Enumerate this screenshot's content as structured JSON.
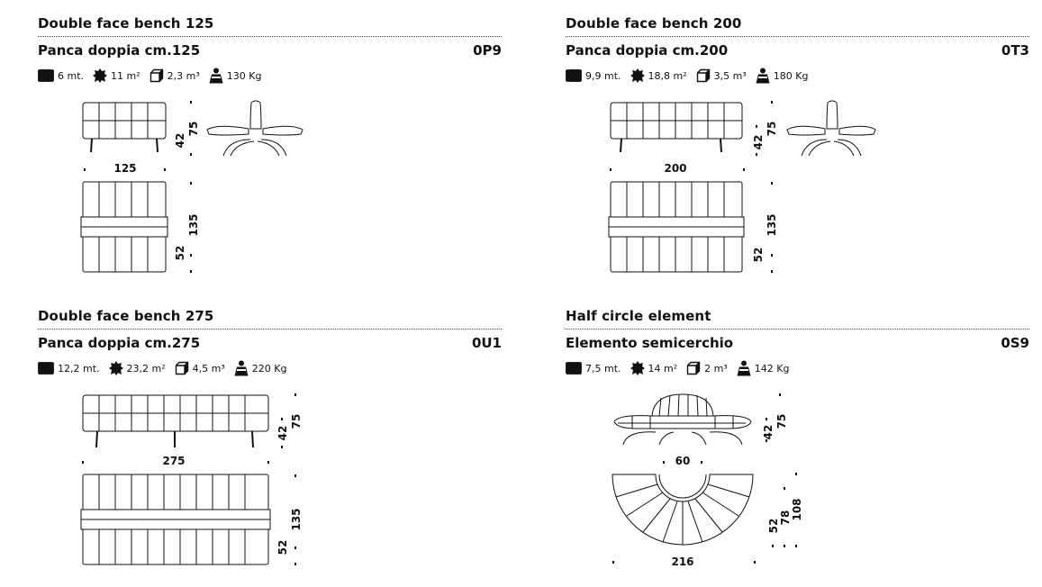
{
  "cards": [
    {
      "title": "Double face bench 125",
      "subtitle": "Panca doppia cm.125",
      "code": "0P9",
      "specs": {
        "fabric": "6 mt.",
        "leather": "11 m²",
        "volume": "2,3 m³",
        "weight": "130 Kg"
      },
      "dims": {
        "width": "125",
        "height": "75",
        "seat": "42",
        "depth": "135",
        "half_depth": "52"
      }
    },
    {
      "title": "Double face bench 200",
      "subtitle": "Panca doppia cm.200",
      "code": "0T3",
      "specs": {
        "fabric": "9,9 mt.",
        "leather": "18,8 m²",
        "volume": "3,5 m³",
        "weight": "180 Kg"
      },
      "dims": {
        "width": "200",
        "height": "75",
        "seat": "42",
        "depth": "135",
        "half_depth": "52"
      }
    },
    {
      "title": "Double face bench 275",
      "subtitle": "Panca doppia cm.275",
      "code": "0U1",
      "specs": {
        "fabric": "12,2 mt.",
        "leather": "23,2 m²",
        "volume": "4,5 m³",
        "weight": "220 Kg"
      },
      "dims": {
        "width": "275",
        "height": "75",
        "seat": "42",
        "depth": "135",
        "half_depth": "52"
      }
    },
    {
      "title": "Half circle element",
      "subtitle": "Elemento semicerchio",
      "code": "0S9",
      "specs": {
        "fabric": "7,5 mt.",
        "leather": "14 m²",
        "volume": "2 m³",
        "weight": "142 Kg"
      },
      "dims": {
        "inner": "60",
        "height": "75",
        "seat": "42",
        "outer": "216",
        "depth": "108",
        "mid_depth": "78",
        "half_depth": "52"
      }
    }
  ],
  "icons": [
    "fabric-swatch-icon",
    "leather-hide-icon",
    "volume-box-icon",
    "weight-icon"
  ]
}
